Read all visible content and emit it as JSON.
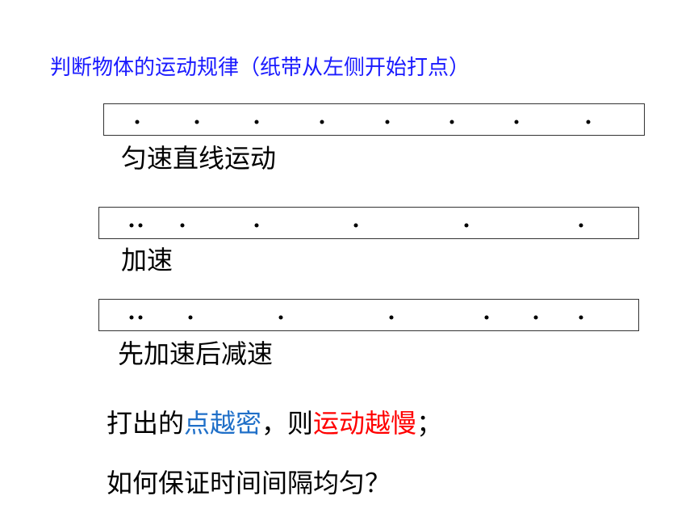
{
  "title": "判断物体的运动规律（纸带从左侧开始打点）",
  "tapes": [
    {
      "caption": "匀速直线运动"
    },
    {
      "caption": "加速"
    },
    {
      "caption": "先加速后减速"
    }
  ],
  "conclusion": {
    "part1": "打出的",
    "part2": "点越密",
    "part3": "，则",
    "part4": "运动越慢",
    "part5": "；",
    "highlight_color_1": "#1f6fc8",
    "highlight_color_2": "#ff0000"
  },
  "question": "如何保证时间间隔均匀？"
}
